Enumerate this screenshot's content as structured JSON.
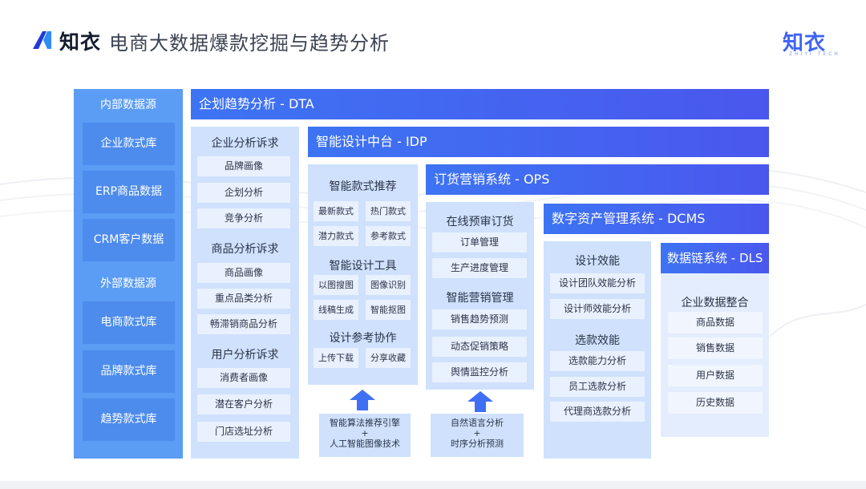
{
  "header": {
    "logo_text": "知衣",
    "title": "电商大数据爆款挖掘与趋势分析",
    "brand_right": "知衣",
    "brand_right_sub": "ZHIYI TECH"
  },
  "sources": {
    "internal_title": "内部数据源",
    "internal": [
      "企业款式库",
      "ERP商品数据",
      "CRM客户数据"
    ],
    "external_title": "外部数据源",
    "external": [
      "电商款式库",
      "品牌款式库",
      "趋势款式库"
    ]
  },
  "banners": {
    "dta": "企划趋势分析 - DTA",
    "idp": "智能设计中台 - IDP",
    "ops": "订货营销系统 - OPS",
    "dcms": "数字资产管理系统 - DCMS",
    "dls": "数据链系统 - DLS"
  },
  "dta_col": {
    "groups": [
      {
        "title": "企业分析诉求",
        "items": [
          "品牌画像",
          "企划分析",
          "竞争分析"
        ]
      },
      {
        "title": "商品分析诉求",
        "items": [
          "商品画像",
          "重点品类分析",
          "畅滞销商品分析"
        ]
      },
      {
        "title": "用户分析诉求",
        "items": [
          "消费者画像",
          "潜在客户分析",
          "门店选址分析"
        ]
      }
    ]
  },
  "idp_col": {
    "groups": [
      {
        "title": "智能款式推荐",
        "items": [
          "最新款式",
          "热门款式",
          "潜力款式",
          "参考款式"
        ]
      },
      {
        "title": "智能设计工具",
        "items": [
          "以图搜图",
          "图像识别",
          "线稿生成",
          "智能抠图"
        ]
      },
      {
        "title": "设计参考协作",
        "items": [
          "上传下载",
          "分享收藏"
        ]
      }
    ],
    "tech_box": [
      "智能算法推荐引擎",
      "+",
      "人工智能图像技术"
    ]
  },
  "ops_col": {
    "groups": [
      {
        "title": "在线预审订货",
        "items": [
          "订单管理",
          "生产进度管理"
        ]
      },
      {
        "title": "智能营销管理",
        "items": [
          "销售趋势预测",
          "动态促销策略",
          "舆情监控分析"
        ]
      }
    ],
    "tech_box": [
      "自然语言分析",
      "+",
      "时序分析预测"
    ]
  },
  "dcms_col": {
    "groups": [
      {
        "title": "设计效能",
        "items": [
          "设计团队效能分析",
          "设计师效能分析"
        ]
      },
      {
        "title": "选款效能",
        "items": [
          "选款能力分析",
          "员工选款分析",
          "代理商选款分析"
        ]
      }
    ]
  },
  "dls_col": {
    "title": "企业数据整合",
    "items": [
      "商品数据",
      "销售数据",
      "用户数据",
      "历史数据"
    ]
  },
  "colors": {
    "source_column": "#5b9cf4",
    "source_item": "#4d8cec",
    "banner_start": "#3d74f3",
    "banner_end": "#4a57ee",
    "panel": "#cfe1fc",
    "item": "#e9f1fe",
    "brand": "#3f63f4"
  }
}
